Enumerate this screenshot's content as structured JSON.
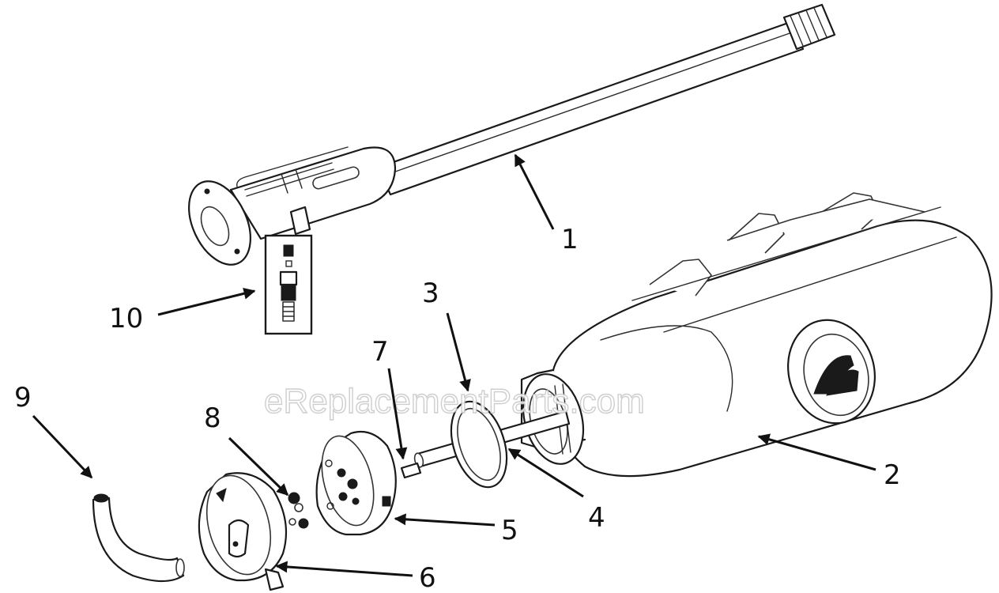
{
  "watermark": "eReplacementParts.com",
  "callouts": [
    "1",
    "2",
    "3",
    "4",
    "5",
    "6",
    "7",
    "8",
    "9",
    "10"
  ],
  "colors": {
    "line": "#1a1a1a",
    "background": "#ffffff",
    "watermark": "#c9c9c9"
  }
}
